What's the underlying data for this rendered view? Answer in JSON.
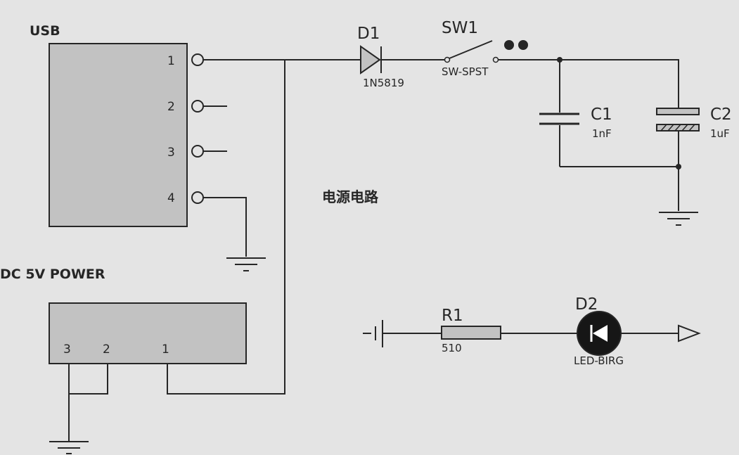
{
  "usb": {
    "label": "USB",
    "pins": [
      "1",
      "2",
      "3",
      "4"
    ]
  },
  "dc_power": {
    "label": "DC 5V  POWER",
    "pins": [
      "3",
      "2",
      "1"
    ]
  },
  "d1": {
    "ref": "D1",
    "value": "1N5819"
  },
  "sw1": {
    "ref": "SW1",
    "value": "SW-SPST"
  },
  "c1": {
    "ref": "C1",
    "value": "1nF"
  },
  "c2": {
    "ref": "C2",
    "value": "1uF"
  },
  "r1": {
    "ref": "R1",
    "value": "510"
  },
  "d2": {
    "ref": "D2",
    "value": "LED-BIRG"
  },
  "section_title": "电源电路",
  "colors": {
    "background": "#e4e4e4",
    "component_fill": "#c2c2c2",
    "ink": "#262626"
  }
}
